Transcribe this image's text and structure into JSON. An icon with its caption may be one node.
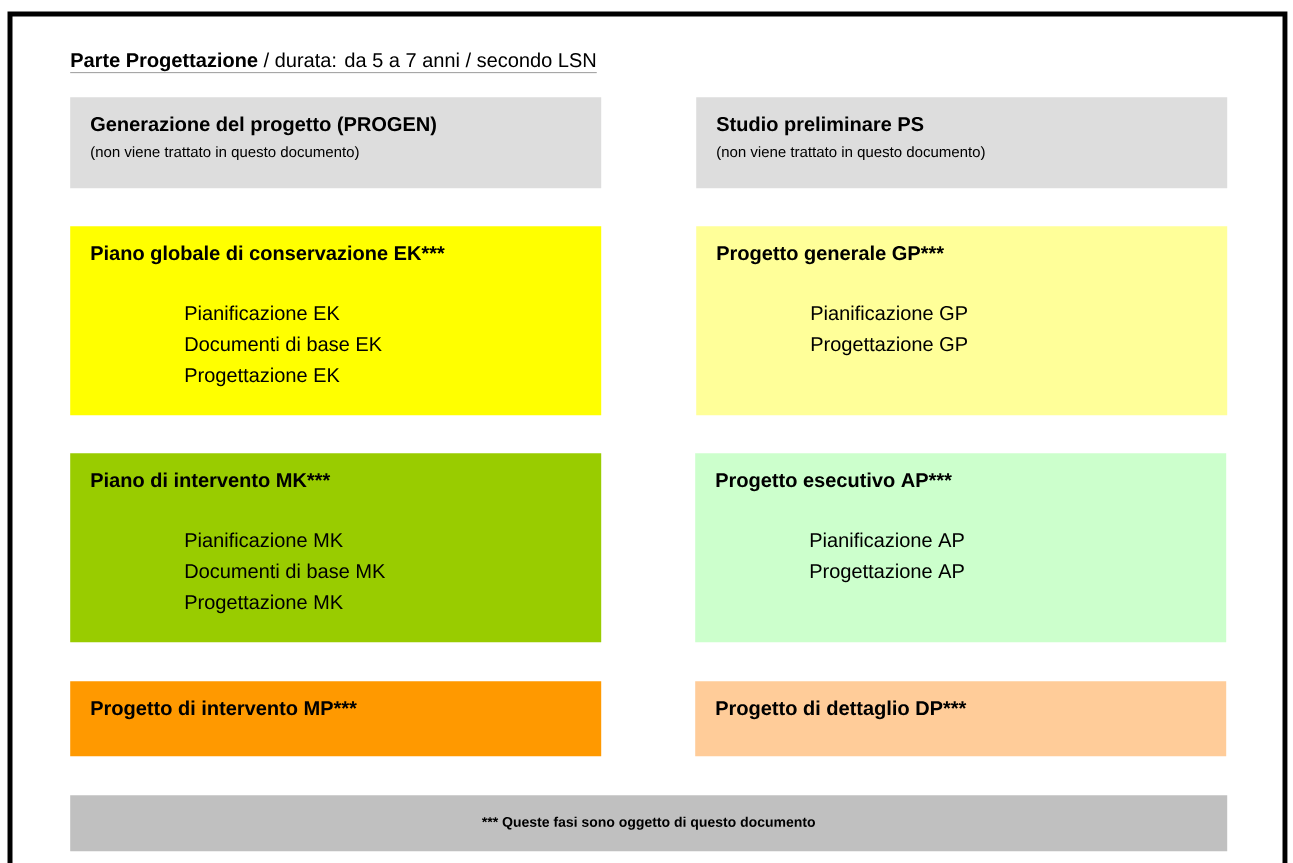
{
  "diagram": {
    "title": "**Parte Progettazione** / durata: da 5 a 7 anni / secondo LSN",
    "nodes": [
      {
        "text": [
          "Generazione del progetto (PROGEN)",
          "(non viene trattato in questo documento)"
        ]
      },
      {
        "text": [
          "Studio preliminare PS",
          "(non viene trattato in questo documento)"
        ]
      },
      {
        "text": [
          "Piano globale di conservazione EK***",
          "Pianificazione EK",
          "Documenti di base EK",
          "Progettazione EK"
        ]
      },
      {
        "text": [
          "Progetto generale GP***",
          "Pianificazione GP",
          "Progettazione GP"
        ]
      },
      {
        "text": [
          "Piano di intervento MK***",
          "Pianificazione MK",
          "Documenti di base MK",
          "Progettazione MK"
        ]
      },
      {
        "text": [
          "Progetto esecutivo AP***",
          "Pianificazione AP",
          "Progettazione AP"
        ]
      },
      {
        "text": [
          "Progetto di intervento MP***"
        ]
      },
      {
        "text": [
          "Progetto di dettaglio DP***"
        ]
      },
      {
        "text": [
          "*** Queste fasi sono oggetto di questo documento"
        ]
      }
    ]
  }
}
